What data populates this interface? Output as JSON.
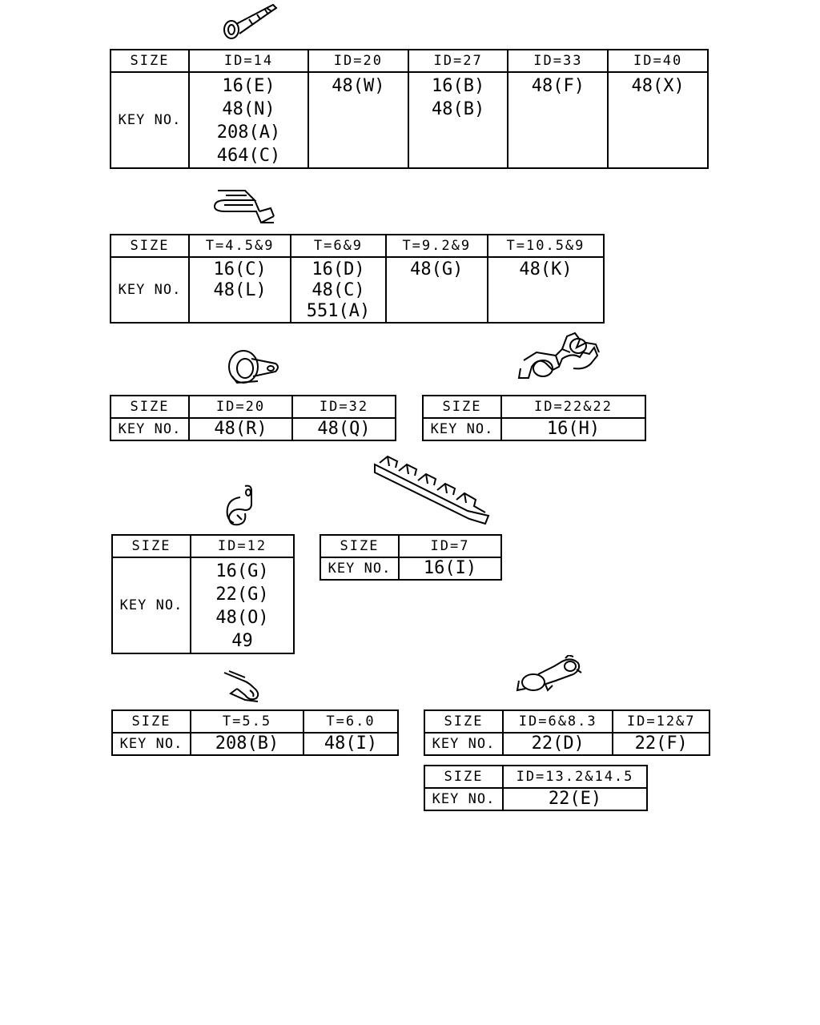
{
  "labels": {
    "size": "SIZE",
    "key_no": "KEY NO."
  },
  "tables": {
    "t1": {
      "headers": [
        "ID=14",
        "ID=20",
        "ID=27",
        "ID=33",
        "ID=40"
      ],
      "values": [
        [
          "16(E)",
          "48(N)",
          "208(A)",
          "464(C)"
        ],
        [
          "48(W)"
        ],
        [
          "16(B)",
          "48(B)"
        ],
        [
          "48(F)"
        ],
        [
          "48(X)"
        ]
      ]
    },
    "t2": {
      "headers": [
        "T=4.5&9",
        "T=6&9",
        "T=9.2&9",
        "T=10.5&9"
      ],
      "values": [
        [
          "16(C)",
          "48(L)"
        ],
        [
          "16(D)",
          "48(C)",
          "551(A)"
        ],
        [
          "48(G)"
        ],
        [
          "48(K)"
        ]
      ]
    },
    "t3": {
      "headers": [
        "ID=20",
        "ID=32"
      ],
      "values": [
        [
          "48(R)"
        ],
        [
          "48(Q)"
        ]
      ]
    },
    "t4": {
      "headers": [
        "ID=22&22"
      ],
      "values": [
        [
          "16(H)"
        ]
      ]
    },
    "t5": {
      "headers": [
        "ID=12"
      ],
      "values": [
        [
          "16(G)",
          "22(G)",
          "48(O)",
          "49"
        ]
      ]
    },
    "t6": {
      "headers": [
        "ID=7"
      ],
      "values": [
        [
          "16(I)"
        ]
      ]
    },
    "t7": {
      "headers": [
        "T=5.5",
        "T=6.0"
      ],
      "values": [
        [
          "208(B)"
        ],
        [
          "48(I)"
        ]
      ]
    },
    "t8": {
      "headers": [
        "ID=6&8.3",
        "ID=12&7"
      ],
      "values": [
        [
          "22(D)"
        ],
        [
          "22(F)"
        ]
      ]
    },
    "t9": {
      "headers": [
        "ID=13.2&14.5"
      ],
      "values": [
        [
          "22(E)"
        ]
      ]
    }
  },
  "icons": [
    "pin-clip-icon",
    "bent-bracket-clip-icon",
    "p-clamp-icon",
    "double-clip-icon",
    "loop-clamp-icon",
    "multi-pipe-clip-strip-icon",
    "wire-hook-clip-icon",
    "twin-clip-icon"
  ]
}
